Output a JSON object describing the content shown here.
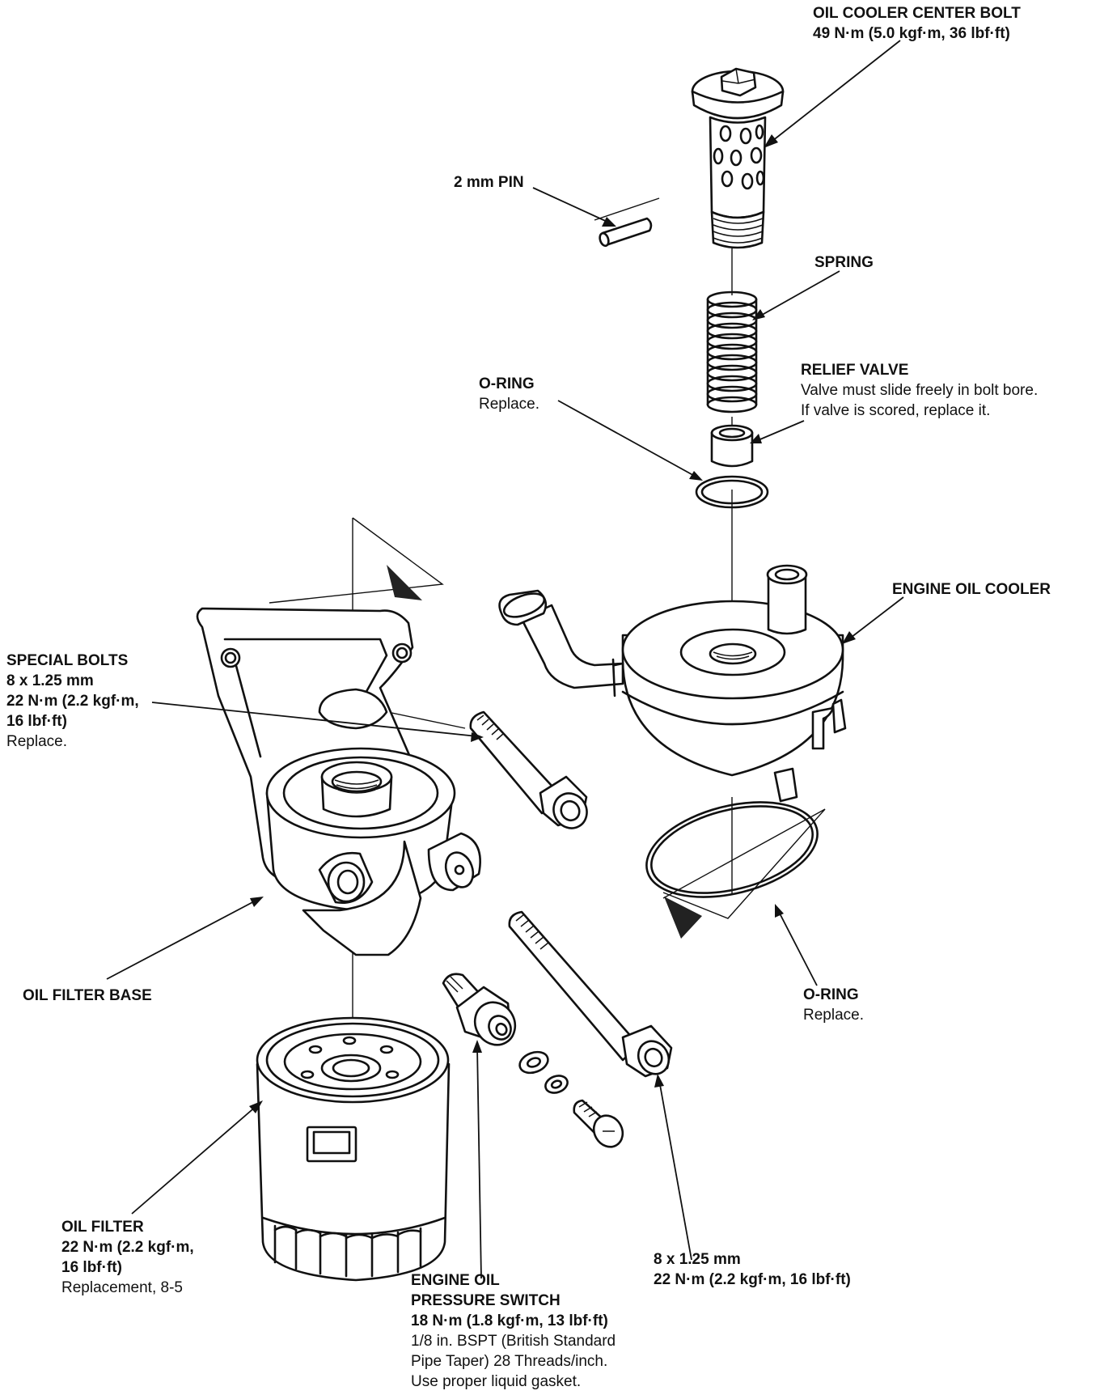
{
  "callouts": {
    "center_bolt": {
      "title": "OIL COOLER CENTER BOLT",
      "spec": "49 N·m (5.0 kgf·m, 36 lbf·ft)"
    },
    "pin": {
      "title": "2 mm PIN"
    },
    "spring": {
      "title": "SPRING"
    },
    "relief_valve": {
      "title": "RELIEF VALVE",
      "note1": "Valve must slide freely in bolt bore.",
      "note2": "If valve is scored, replace it."
    },
    "o_ring_top": {
      "title": "O-RING",
      "note": "Replace."
    },
    "engine_oil_cooler": {
      "title": "ENGINE OIL COOLER"
    },
    "special_bolts": {
      "title": "SPECIAL BOLTS",
      "spec1": "8 x 1.25 mm",
      "spec2": "22 N·m (2.2 kgf·m,",
      "spec3": "16 lbf·ft)",
      "note": "Replace."
    },
    "oil_filter_base": {
      "title": "OIL FILTER BASE"
    },
    "o_ring_bottom": {
      "title": "O-RING",
      "note": "Replace."
    },
    "oil_filter": {
      "title": "OIL FILTER",
      "spec1": "22 N·m (2.2 kgf·m,",
      "spec2": "16 lbf·ft)",
      "note": "Replacement, 8-5"
    },
    "pressure_switch": {
      "title1": "ENGINE OIL",
      "title2": "PRESSURE SWITCH",
      "spec": "18 N·m (1.8 kgf·m, 13 lbf·ft)",
      "note1": "1/8 in. BSPT (British Standard",
      "note2": "Pipe Taper) 28 Threads/inch.",
      "note3": "Use proper liquid gasket."
    },
    "long_bolt": {
      "spec1": "8 x 1.25 mm",
      "spec2": "22 N·m (2.2 kgf·m, 16 lbf·ft)"
    }
  }
}
